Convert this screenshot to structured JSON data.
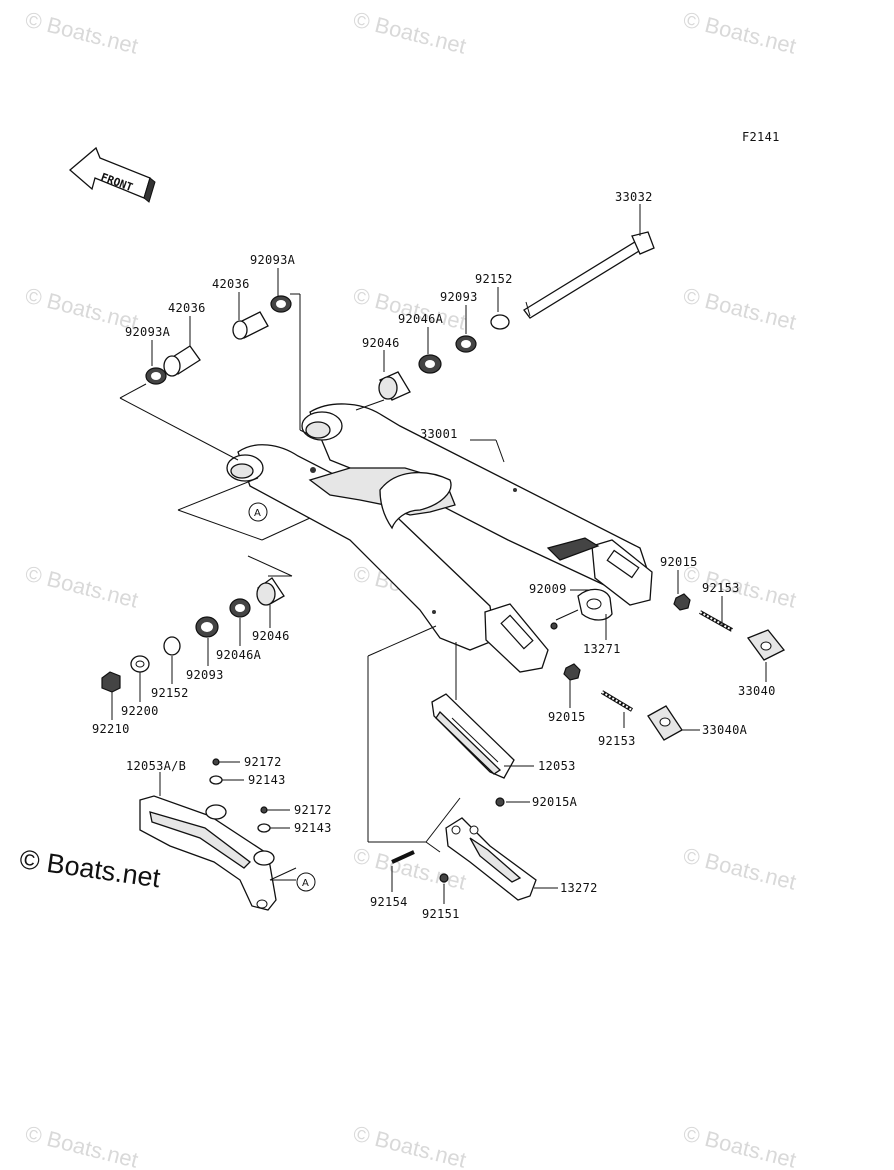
{
  "diagram_id": "F2141",
  "front_arrow_text": "FRONT",
  "watermark": "© Boats.net",
  "copyright": "© Boats.net",
  "ref_marker": "A",
  "part_labels": [
    "33032",
    "92152",
    "92093",
    "92046A",
    "92046",
    "33001",
    "92093A",
    "42036",
    "42036",
    "92093A",
    "92015",
    "92009",
    "92153",
    "13271",
    "33040",
    "92046",
    "92046A",
    "92093",
    "92152",
    "92200",
    "92210",
    "92015",
    "92153",
    "33040A",
    "12053",
    "12053A/B",
    "92172",
    "92143",
    "92172",
    "92143",
    "92015A",
    "13272",
    "92154",
    "92151"
  ]
}
